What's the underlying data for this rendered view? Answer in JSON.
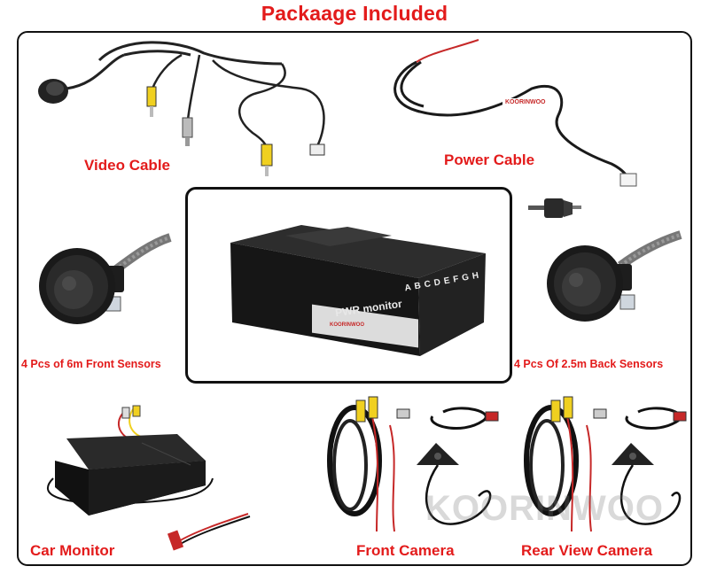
{
  "title": "Packaage Included",
  "labels": {
    "video_cable": "Video Cable",
    "power_cable": "Power Cable",
    "front_sensors": "4 Pcs of 6m Front Sensors",
    "back_sensors": "4 Pcs Of 2.5m Back Sensors",
    "car_monitor": "Car Monitor",
    "front_camera": "Front Camera",
    "rear_camera": "Rear View Camera"
  },
  "control_box": {
    "panel_label": "PWR monitor",
    "ports": [
      "A",
      "B",
      "C",
      "D",
      "E",
      "F",
      "G",
      "H"
    ],
    "brand": "KOORINWOO"
  },
  "power_cable_brand": "KOORINWOO",
  "watermark": "KOORINWOO",
  "colors": {
    "label_red": "#e31b1b",
    "frame": "#111111",
    "device_black": "#1b1b1b"
  }
}
